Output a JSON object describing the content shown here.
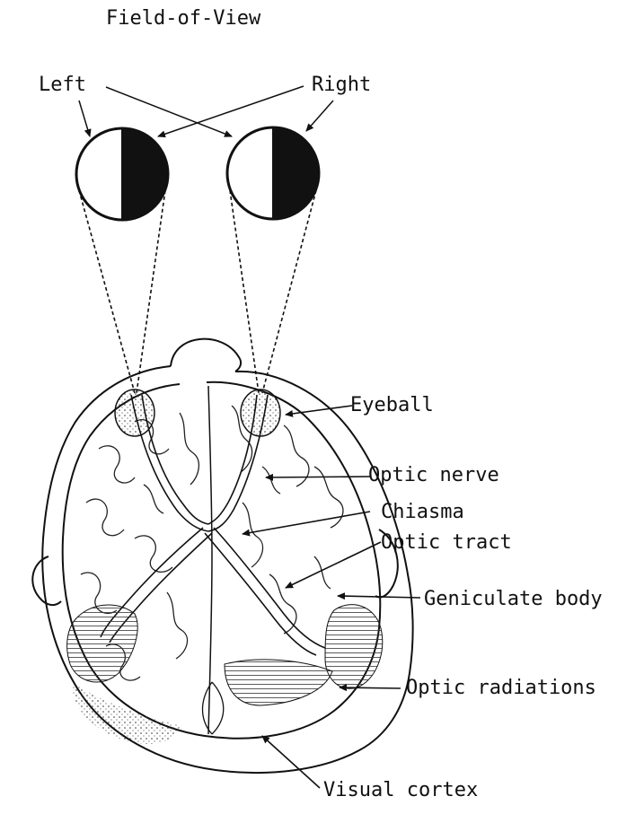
{
  "title": "Field-of-View",
  "field_labels": {
    "left": "Left",
    "right": "Right"
  },
  "anatomy_labels": {
    "eyeball": "Eyeball",
    "optic_nerve": "Optic nerve",
    "chiasma": "Chiasma",
    "optic_tract": "Optic tract",
    "geniculate_body": "Geniculate body",
    "optic_radiations": "Optic radiations",
    "visual_cortex": "Visual cortex"
  },
  "colors": {
    "ink": "#111111",
    "paper": "#ffffff"
  }
}
